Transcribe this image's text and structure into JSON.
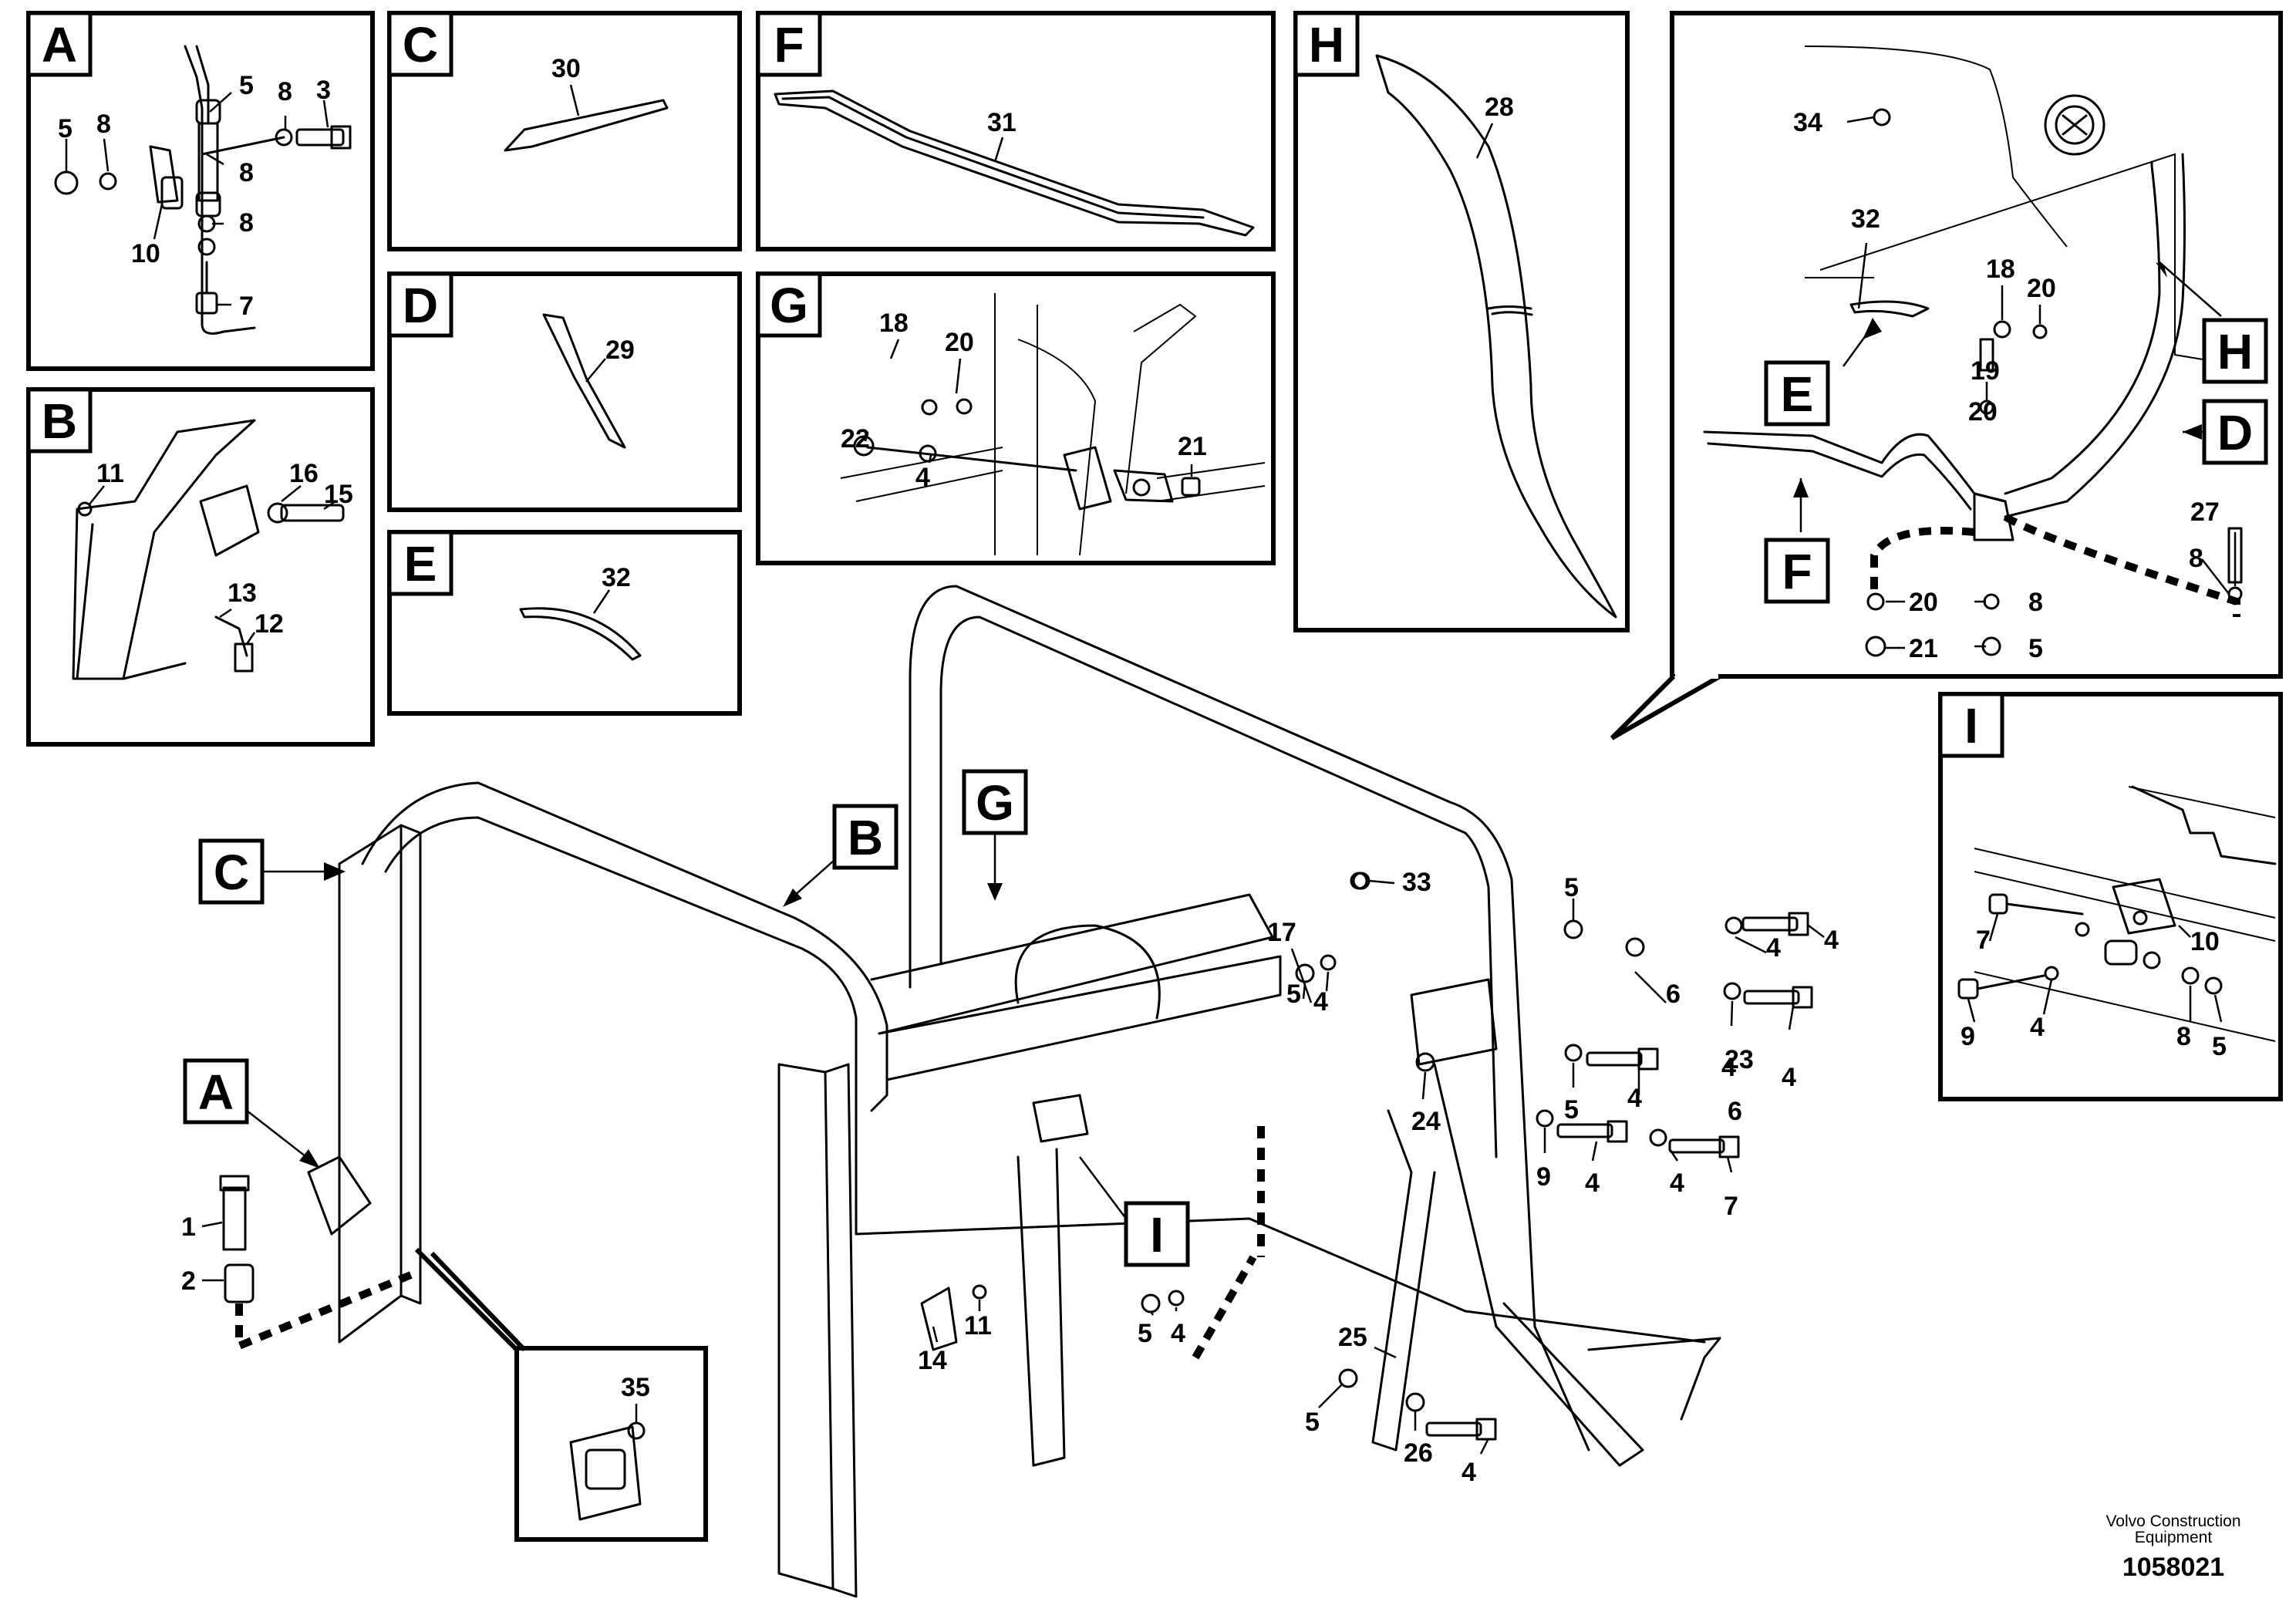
{
  "panels": {
    "A": {
      "tag": "A",
      "labels": [
        "5",
        "8",
        "5",
        "8",
        "3",
        "8",
        "10",
        "8",
        "7"
      ]
    },
    "B": {
      "tag": "B",
      "labels": [
        "11",
        "16",
        "15",
        "13",
        "12"
      ]
    },
    "C": {
      "tag": "C",
      "labels": [
        "30"
      ]
    },
    "D": {
      "tag": "D",
      "labels": [
        "29"
      ]
    },
    "E": {
      "tag": "E",
      "labels": [
        "32"
      ]
    },
    "F": {
      "tag": "F",
      "labels": [
        "31"
      ]
    },
    "G": {
      "tag": "G",
      "labels": [
        "18",
        "20",
        "22",
        "4",
        "21"
      ]
    },
    "H": {
      "tag": "H",
      "labels": [
        "28"
      ]
    },
    "main_detail": {
      "labels": [
        "34",
        "32",
        "18",
        "20",
        "19",
        "20",
        "27",
        "8",
        "20",
        "8",
        "21",
        "5"
      ],
      "tags": [
        "E",
        "H",
        "D",
        "F"
      ]
    },
    "I": {
      "tag": "I",
      "labels": [
        "7",
        "10",
        "9",
        "4",
        "8",
        "5"
      ]
    },
    "inset_35": {
      "labels": [
        "35"
      ]
    }
  },
  "main_view": {
    "callouts": [
      "C",
      "B",
      "G",
      "A",
      "I"
    ],
    "labels": [
      "33",
      "17",
      "5",
      "4",
      "5",
      "4",
      "4",
      "6",
      "23",
      "4",
      "24",
      "5",
      "4",
      "9",
      "4",
      "4",
      "7",
      "4",
      "6",
      "1",
      "2",
      "14",
      "11",
      "5",
      "4",
      "25",
      "5",
      "26",
      "4"
    ]
  },
  "footer": {
    "brand_line1": "Volvo Construction",
    "brand_line2": "Equipment",
    "doc_number": "1058021"
  }
}
